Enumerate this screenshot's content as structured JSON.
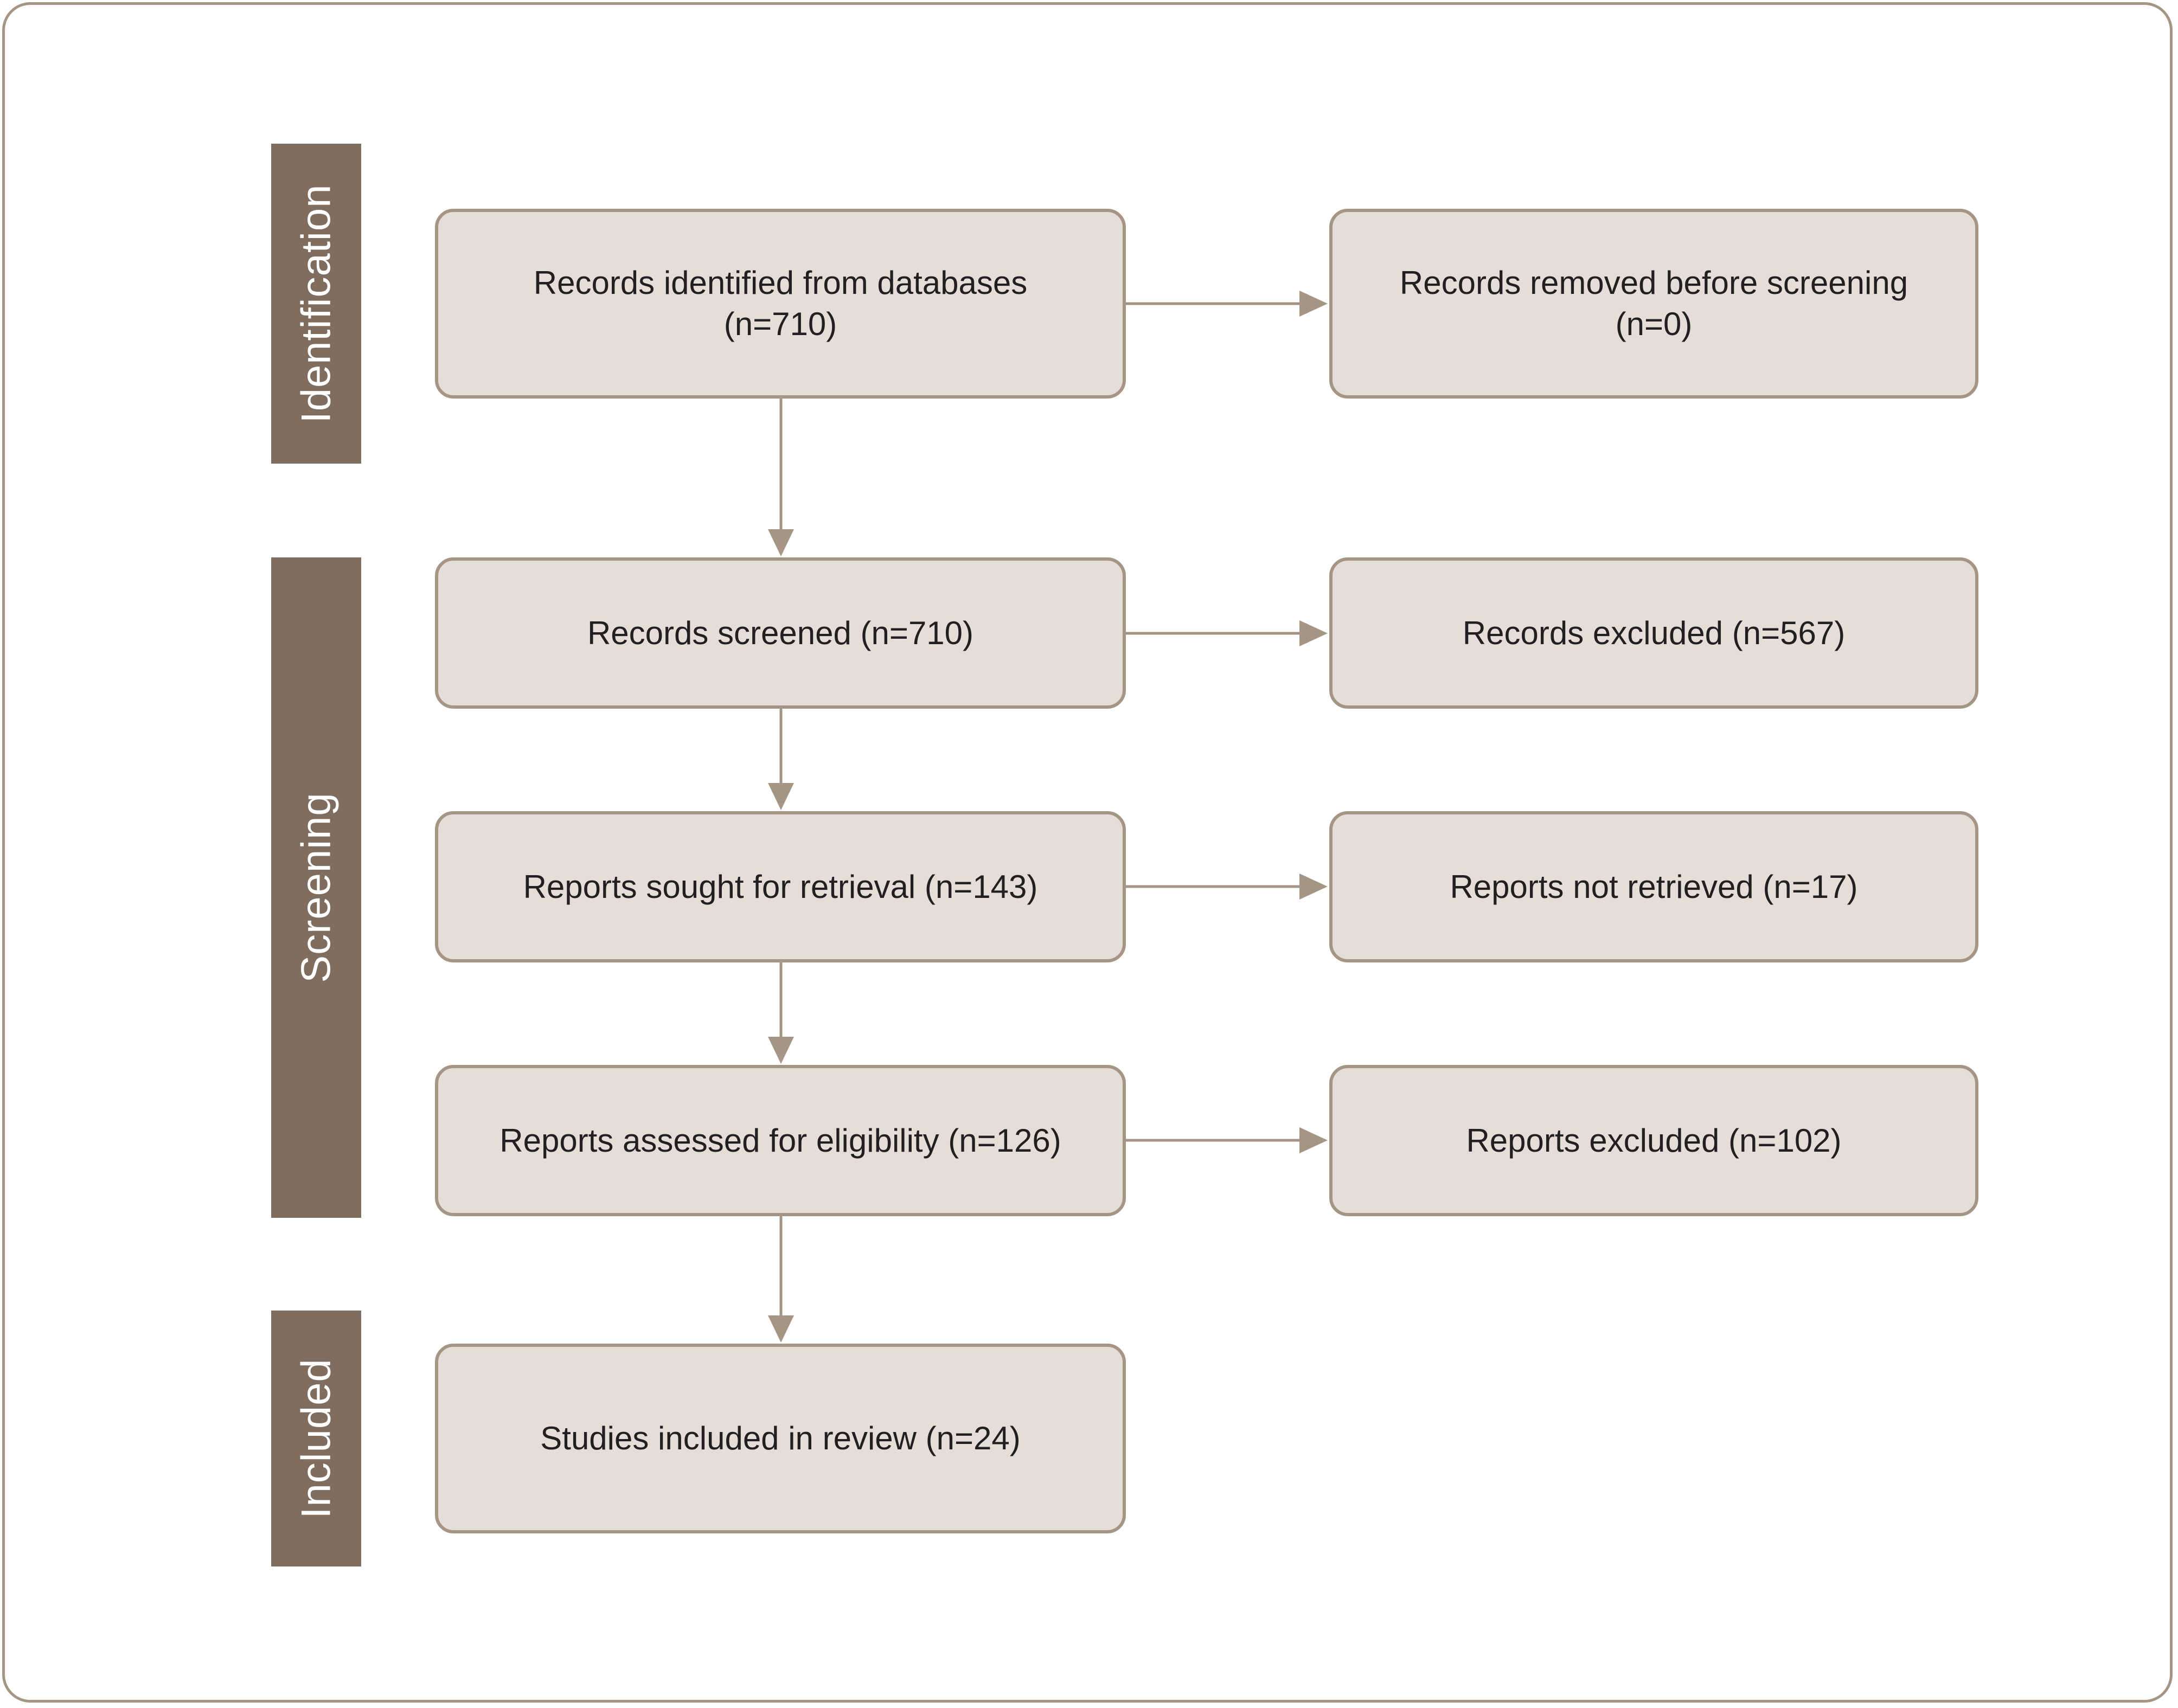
{
  "phases": {
    "identification": "Identification",
    "screening": "Screening",
    "included": "Included"
  },
  "boxes": {
    "identified": {
      "line1": "Records identified from databases",
      "line2": "(n=710)"
    },
    "removed": {
      "line1": "Records removed before screening",
      "line2": "(n=0)"
    },
    "screened": "Records screened (n=710)",
    "records_excluded": "Records excluded (n=567)",
    "sought": "Reports sought for retrieval (n=143)",
    "not_retrieved": "Reports not retrieved (n=17)",
    "assessed": "Reports assessed for eligibility (n=126)",
    "reports_excluded": "Reports excluded (n=102)",
    "included": "Studies included in review (n=24)"
  },
  "colors": {
    "phase_bar": "#7f6d5f",
    "box_fill": "#e4ddd8",
    "box_border": "#a59584",
    "arrow": "#a59584",
    "text": "#231f20"
  }
}
